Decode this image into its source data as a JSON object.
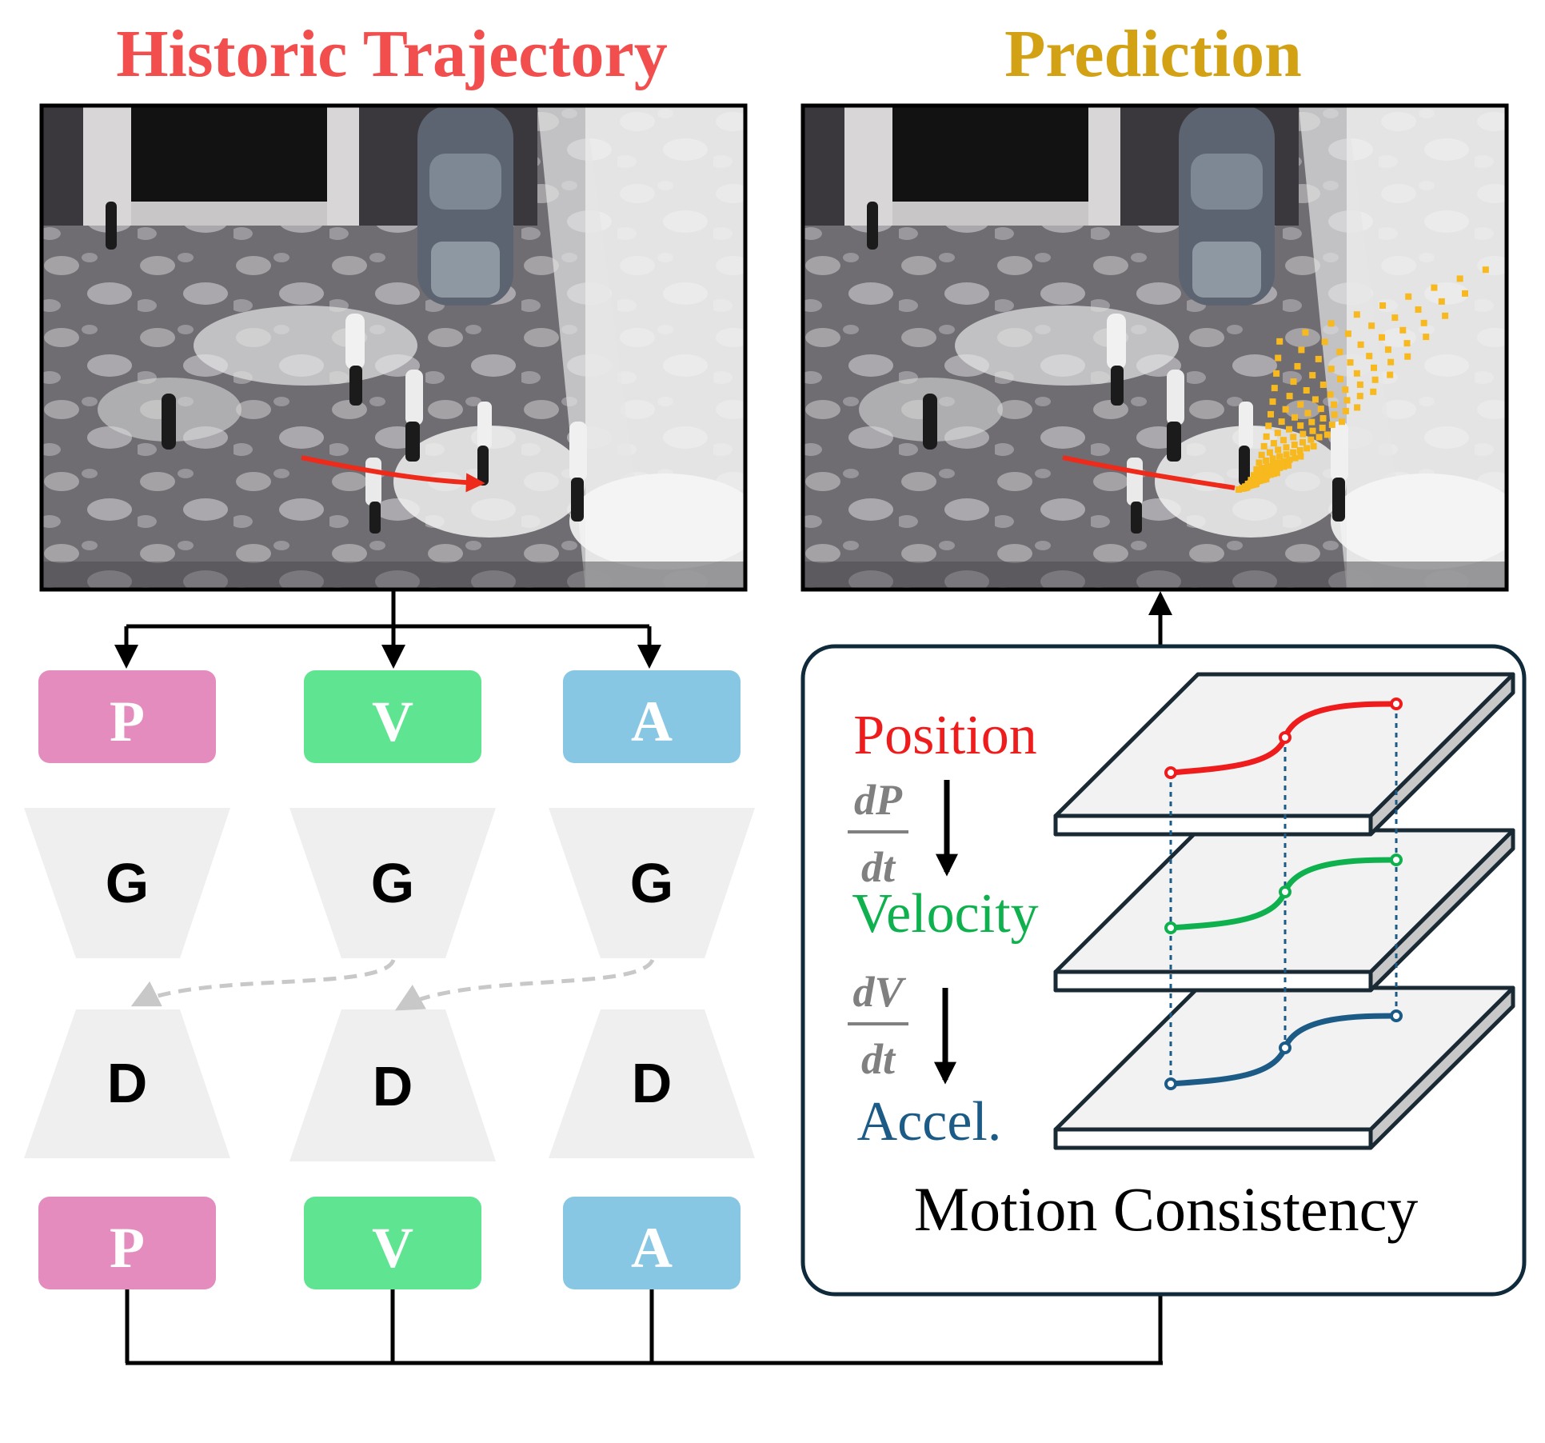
{
  "titles": {
    "historic": "Historic Trajectory",
    "prediction": "Prediction"
  },
  "branches": {
    "top": [
      {
        "label": "P",
        "color": "#e58cbf"
      },
      {
        "label": "V",
        "color": "#5fe492"
      },
      {
        "label": "A",
        "color": "#88c7e3"
      }
    ],
    "generator_label": "G",
    "decoder_label": "D",
    "bottom": [
      {
        "label": "P",
        "color": "#e58cbf"
      },
      {
        "label": "V",
        "color": "#5fe492"
      },
      {
        "label": "A",
        "color": "#88c7e3"
      }
    ]
  },
  "motion": {
    "title": "Motion Consistency",
    "position": "Position",
    "velocity": "Velocity",
    "accel": "Accel.",
    "dp_num": "dP",
    "dv_num": "dV",
    "dt": "dt",
    "colors": {
      "position": "#ee1c1c",
      "velocity": "#0fb14e",
      "accel": "#1c5b86"
    }
  },
  "colors": {
    "historic_title": "#f24e4e",
    "prediction_title": "#d2a214",
    "trajectory_arrow": "#ee2a1a",
    "prediction_dots": "#f7b91e"
  }
}
